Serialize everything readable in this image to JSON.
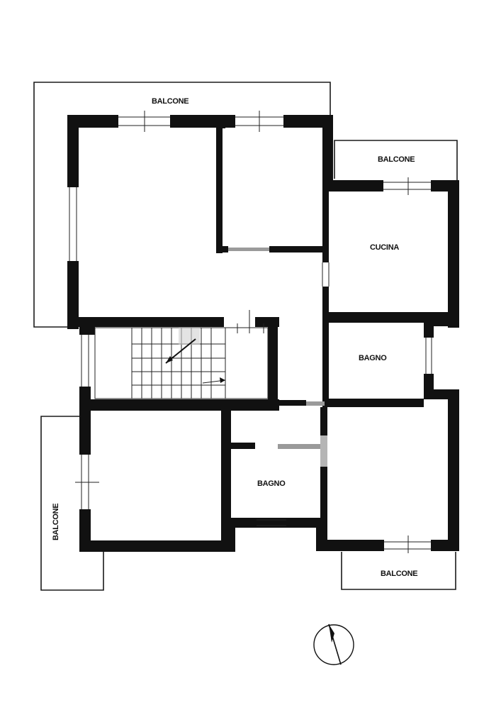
{
  "labels": {
    "balcone_top": "BALCONE",
    "balcone_right": "BALCONE",
    "balcone_left": "BALCONE",
    "balcone_bottom": "BALCONE",
    "cucina": "CUCINA",
    "bagno_right": "BAGNO",
    "bagno_center": "BAGNO"
  },
  "colors": {
    "ink": "#111111",
    "hatch": "#9a9a9a"
  },
  "icons": {
    "north_arrow": "compass-north-icon"
  }
}
